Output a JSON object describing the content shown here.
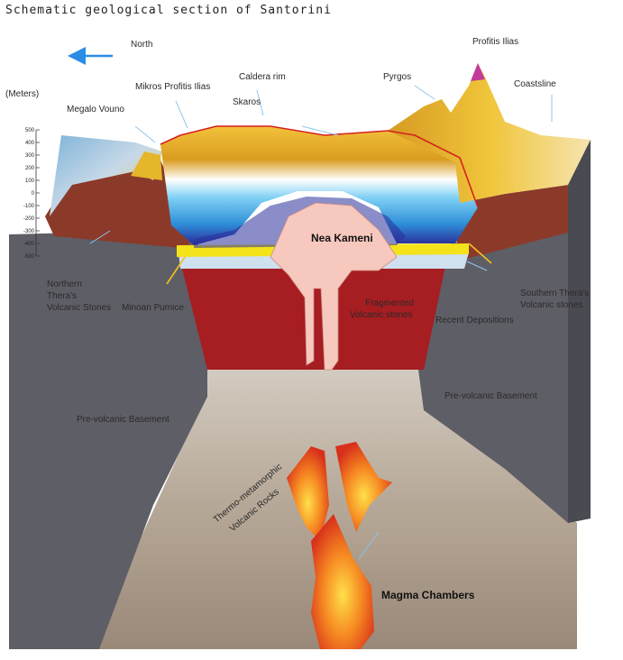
{
  "title": "Schematic geological section of Santorini",
  "compass": {
    "label": "North"
  },
  "axis": {
    "label": "(Meters)",
    "ticks": [
      "500",
      "400",
      "300",
      "200",
      "100",
      "0",
      "-100",
      "-200",
      "-300",
      "-400",
      "-500"
    ]
  },
  "labels": {
    "megalo_vouno": "Megalo Vouno",
    "mikros_profitis_ilias": "Mikros Profitis Ilias",
    "caldera_rim": "Caldera rim",
    "skaros": "Skaros",
    "pyrgos": "Pyrgos",
    "profitis_ilias": "Profitis Ilias",
    "coastline": "Coastsline",
    "nea_kameni": "Nea Kameni",
    "northern_thera_1": "Northern",
    "northern_thera_2": "Thera's",
    "northern_thera_3": "Volcanic Stones",
    "minoan_pumice": "Minoan Pumice",
    "fragmented_1": "Fragmented",
    "fragmented_2": "Volcanic stones",
    "recent_depositions": "Recent Depositions",
    "southern_thera_1": "Southern Thera's",
    "southern_thera_2": "Volcanic stones",
    "prevolcanic_left": "Pre-volcanic Basement",
    "prevolcanic_right": "Pre-volcanic Basement",
    "thermo_1": "Thermo-metamorphic",
    "thermo_2": "Volcanic Rocks",
    "magma_chambers": "Magma Chambers"
  },
  "colors": {
    "basement": "#5e5e66",
    "dyke_red": "#a61d22",
    "sea_blue": "#3aa0dc",
    "deep_sea": "#2a2f9a",
    "cliff_gold": "#e3b12a",
    "pumice": "#f4e21a",
    "nea_kameni": "#f6c8be",
    "magma": "#f26a1b",
    "magma_core": "#ffe04a",
    "rim_line": "#d62020",
    "arrow_blue": "#2b8ce6"
  }
}
